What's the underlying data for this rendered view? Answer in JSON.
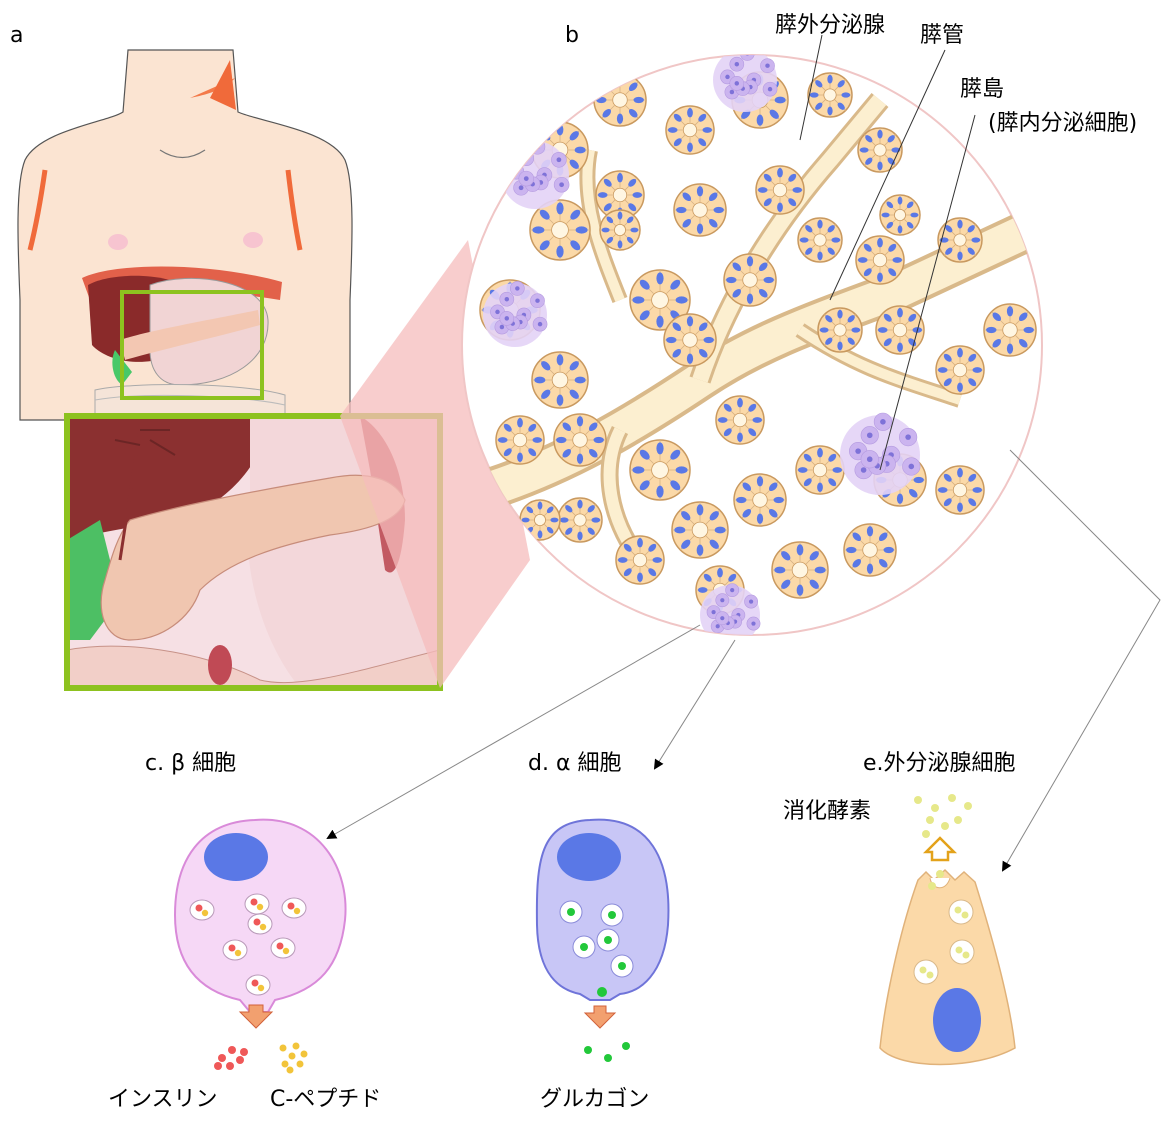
{
  "panels": {
    "a": "a",
    "b": "b",
    "c": "c. β 細胞",
    "d": "d. α 細胞",
    "e": "e.外分泌腺細胞"
  },
  "labels": {
    "exocrine_gland": "膵外分泌腺",
    "duct": "膵管",
    "islet": "膵島",
    "islet_sub": "(膵内分泌細胞)",
    "digestive_enzyme": "消化酵素",
    "insulin": "インスリン",
    "c_peptide": "C-ペプチド",
    "glucagon": "グルカゴン"
  },
  "colors": {
    "frame": "#8dc21f",
    "beta_cell": "#f6d8f6",
    "beta_border": "#d98ad9",
    "alpha_cell": "#c8c6f6",
    "alpha_border": "#6f74d9",
    "acinar_cell": "#fbd9a8",
    "nucleus": "#5a78e6",
    "insulin_dot": "#ef5858",
    "cpeptide_dot": "#f2c43a",
    "glucagon_dot": "#22c83a",
    "enzyme_dot": "#e6e88a",
    "arrow_fill": "#f2a06f"
  }
}
